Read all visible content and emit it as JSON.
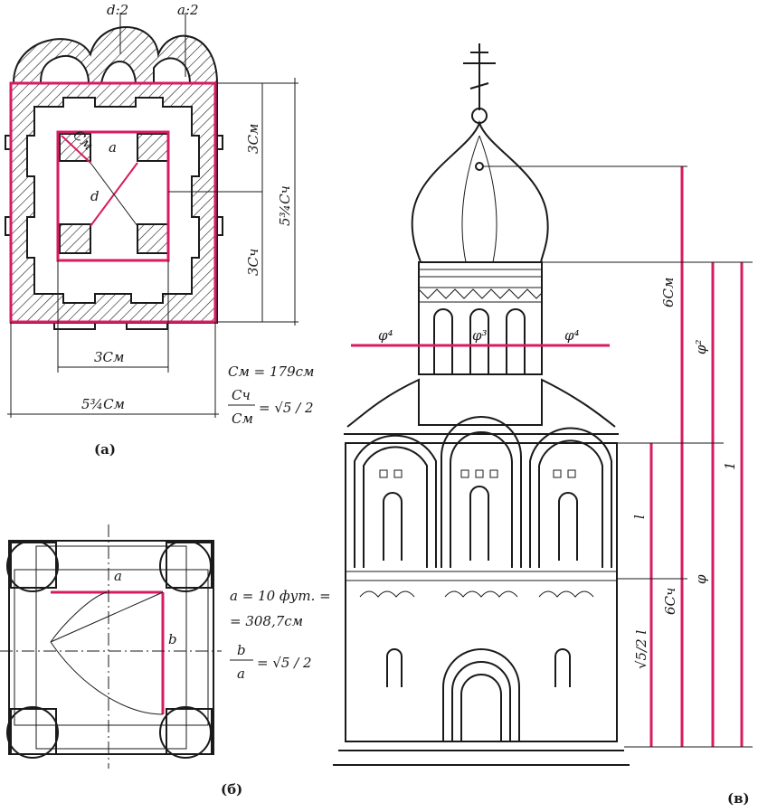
{
  "plan_a": {
    "label_d2": "d:2",
    "label_a2": "a:2",
    "label_cm_diag": "Cм",
    "label_a": "a",
    "label_d": "d",
    "dim_right_top": "3Cм",
    "dim_right_bottom": "3Cч",
    "dim_right_total": "5¾Cч",
    "dim_bottom_inner": "3Cм",
    "dim_bottom_total": "5¾Cм",
    "formula_cm": "Cм = 179см",
    "formula_ratio_top": "Cч",
    "formula_ratio_bottom": "Cм",
    "formula_ratio_value": "= √5 / 2",
    "caption": "(а)"
  },
  "plan_b": {
    "label_a": "a",
    "label_b": "b",
    "formula_a1": "a = 10 фут. =",
    "formula_a2": "= 308,7см",
    "formula_ratio_top": "b",
    "formula_ratio_bottom": "a",
    "formula_ratio_value": "= √5 / 2",
    "caption": "(б)"
  },
  "elevation_c": {
    "label_phi4_left": "φ⁴",
    "label_phi3": "φ³",
    "label_phi4_right": "φ⁴",
    "label_6cm": "6Cм",
    "label_phi2": "φ²",
    "label_one": "1",
    "label_l": "l",
    "label_6cch": "6Cч",
    "label_phi": "φ",
    "label_sqrt5": "√5/2 l",
    "caption": "(в)"
  }
}
